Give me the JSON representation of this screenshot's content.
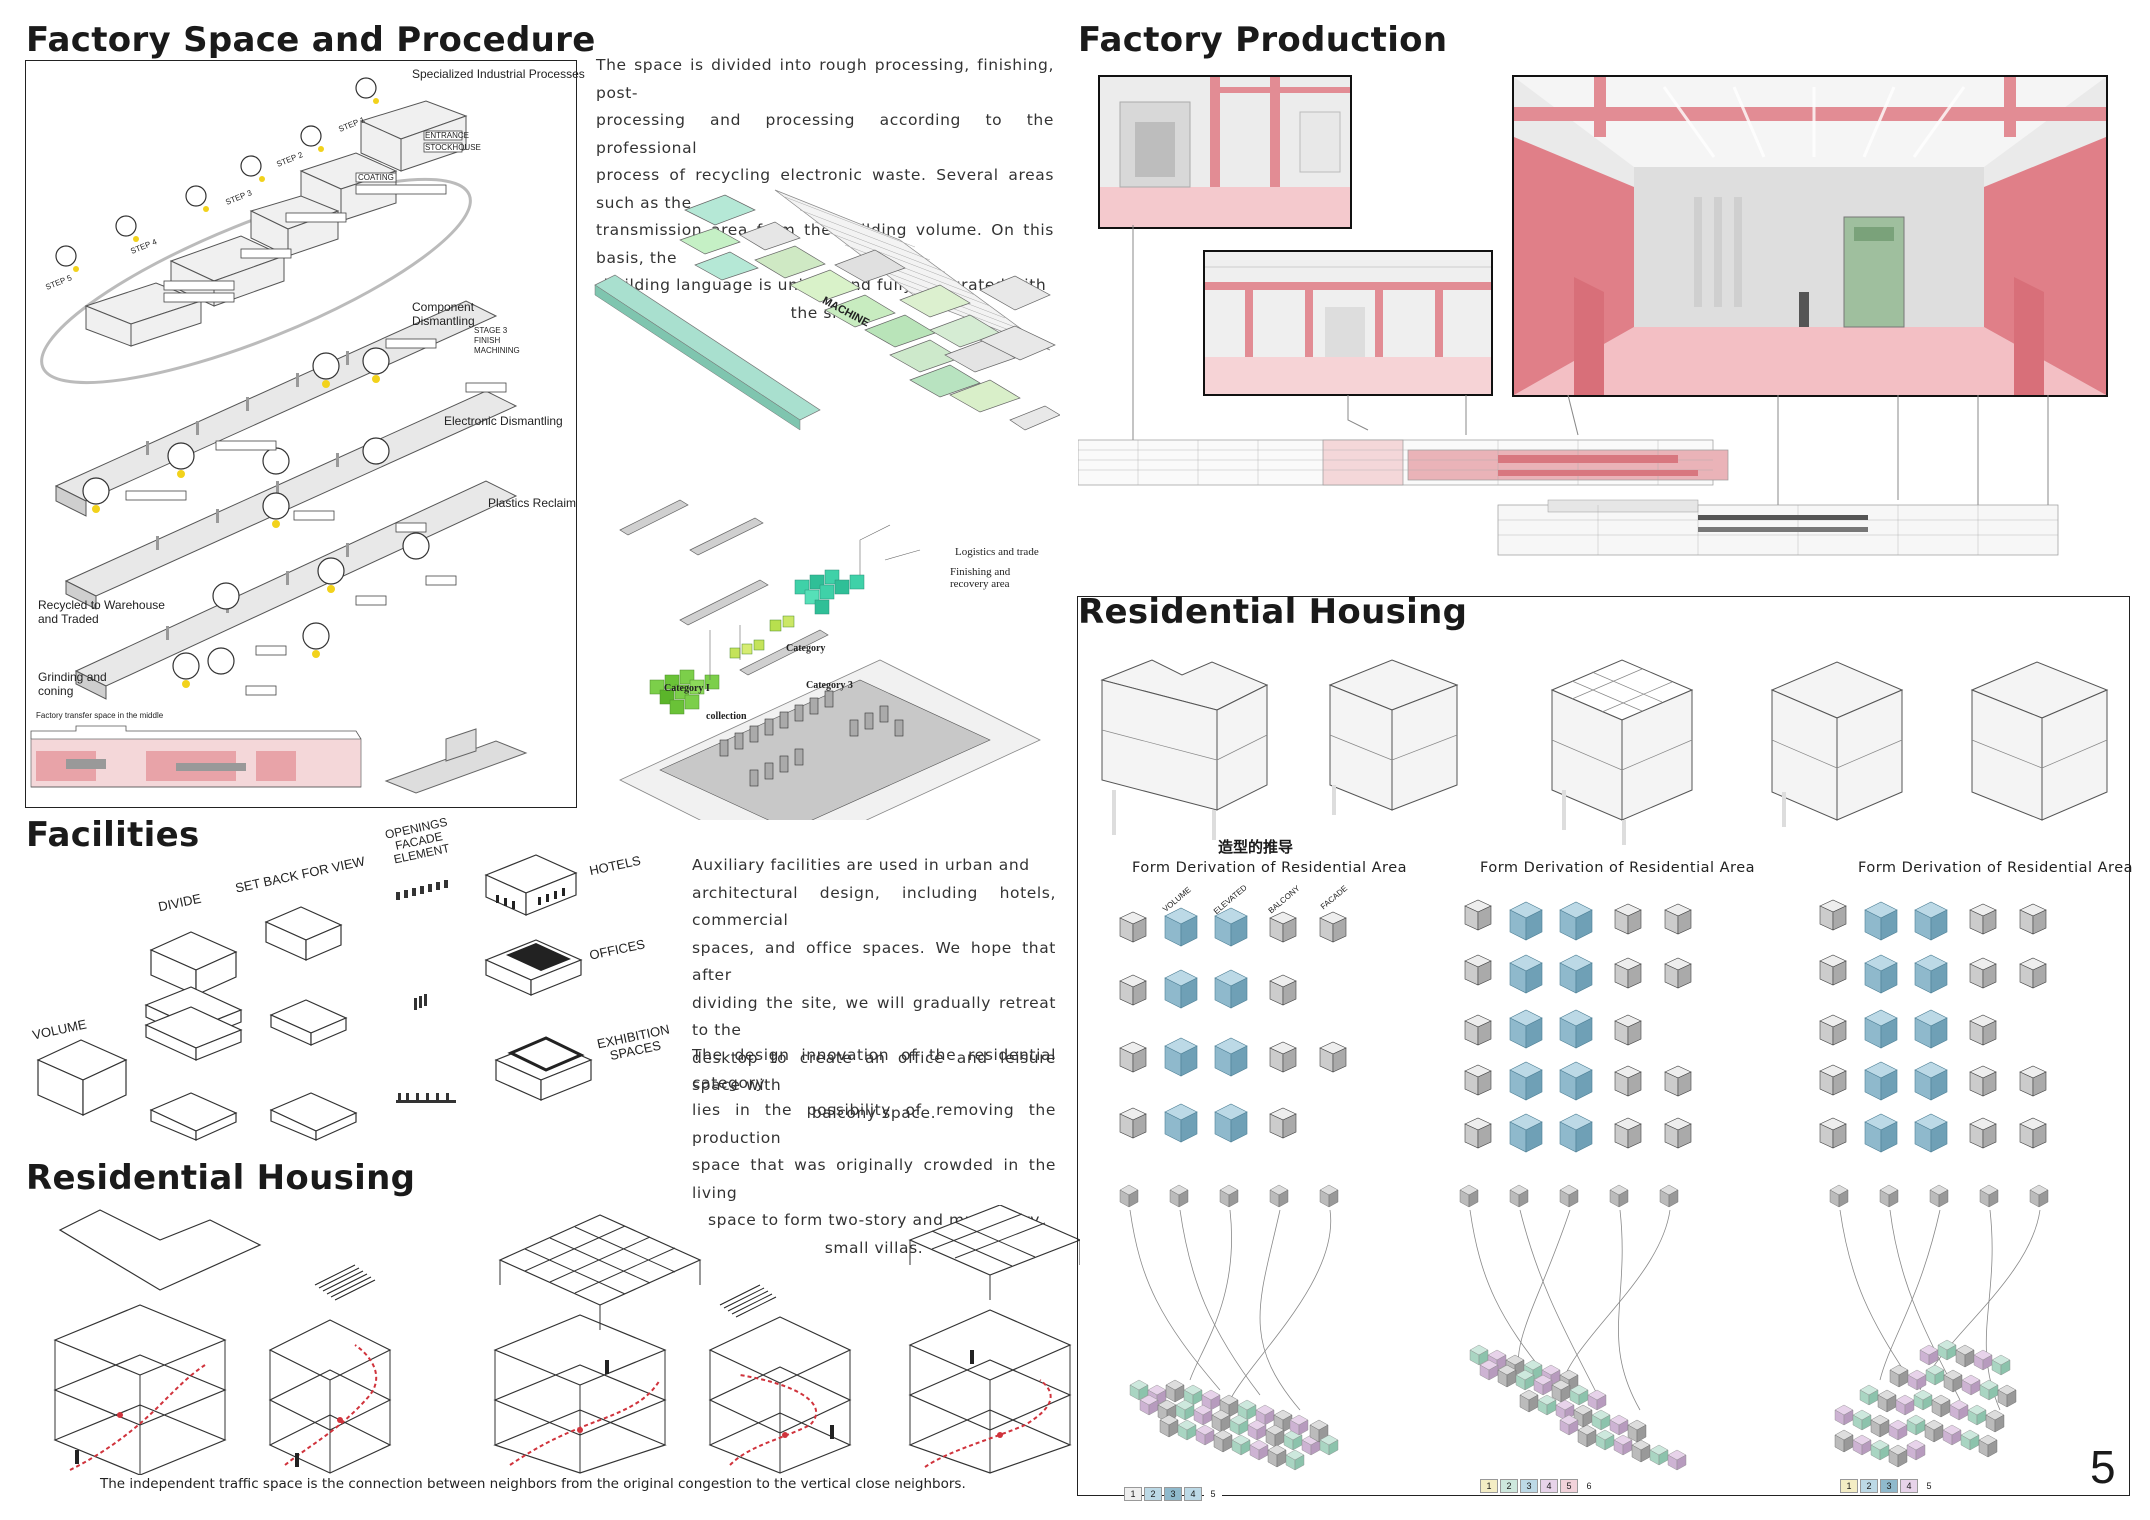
{
  "sections": {
    "factory_space": "Factory Space and Procedure",
    "factory_production": "Factory Production",
    "facilities": "Facilities",
    "residential_left": "Residential Housing",
    "residential_right": "Residential Housing"
  },
  "paragraphs": {
    "factory_desc_lines": [
      "The space is divided into rough processing, finishing, post-",
      "processing and processing according to the professional",
      "process of recycling electronic waste. Several areas such as the",
      "transmission area form the building volume. On this basis, the",
      "building language is unified and fully integrated with the site."
    ],
    "auxiliary_lines": [
      "Auxiliary facilities are used in urban and",
      "architectural design, including hotels, commercial",
      "spaces, and office spaces. We hope that after",
      "dividing the site, we will gradually retreat to the",
      "desktop to create an office and leisure space with",
      "balcony space."
    ],
    "innovation_lines": [
      "The design innovation of the residential category",
      "lies in the possibility of removing the production",
      "space that was originally crowded in the living",
      "space to form two-story and multi-story small villas."
    ],
    "traffic_caption": "The independent traffic space is the connection between neighbors from the original congestion to the vertical close neighbors."
  },
  "procedure_labels": {
    "specialized": "Specialized Industrial Processes",
    "component": "Component Dismantling",
    "electronic": "Electronic Dismantling",
    "plastics": "Plastics Reclaim",
    "recycled": "Recycled to Warehouse and Traded",
    "grinding": "Grinding and coning",
    "steps": [
      "STEP 1",
      "STEP 2",
      "STEP 3",
      "STEP 4",
      "STEP 5"
    ],
    "stage3": "STAGE 3",
    "finish": "FINISH",
    "machining": "MACHINING",
    "entrance": "ENTRANCE",
    "stockhouse": "STOCKHOUSE",
    "coating": "COATING",
    "factory_transfer": "Factory transfer space in the middle"
  },
  "factory_axo": {
    "machine": "MACHINE",
    "logistics": "Logistics and trade",
    "finishing": "Finishing and recovery area",
    "category1": "Category I",
    "category2": "Category",
    "category3": "Category 3",
    "collection": "collection"
  },
  "facilities": {
    "divide": "DIVIDE",
    "setback": "SET BACK FOR VIEW",
    "openings": "OPENINGS FACADE ELEMENT",
    "hotels": "HOTELS",
    "offices": "OFFICES",
    "exhibition": "EXHIBITION SPACES",
    "volume": "VOLUME"
  },
  "residential": {
    "chinese_title": "造型的推导",
    "form_derivation": [
      "Form Derivation of Residential Area",
      "Form Derivation of Residential Area",
      "Form Derivation of Residential Area"
    ],
    "row_tags": [
      "VOLUME",
      "ELEVATED",
      "BALCONY",
      "FACADE"
    ],
    "legend_a": [
      "1",
      "2",
      "3",
      "4",
      "5"
    ],
    "legend_b": [
      "1",
      "2",
      "3",
      "4",
      "5",
      "6"
    ],
    "legend_c": [
      "1",
      "2",
      "3",
      "4",
      "5"
    ]
  },
  "colors": {
    "pink": "#e8a3a8",
    "pink_light": "#f4d7d9",
    "teal": "#8fd0c0",
    "blue": "#8fb9cc",
    "green": "#7ccf4a",
    "gray": "#cfcfcf"
  },
  "page_number": "5"
}
